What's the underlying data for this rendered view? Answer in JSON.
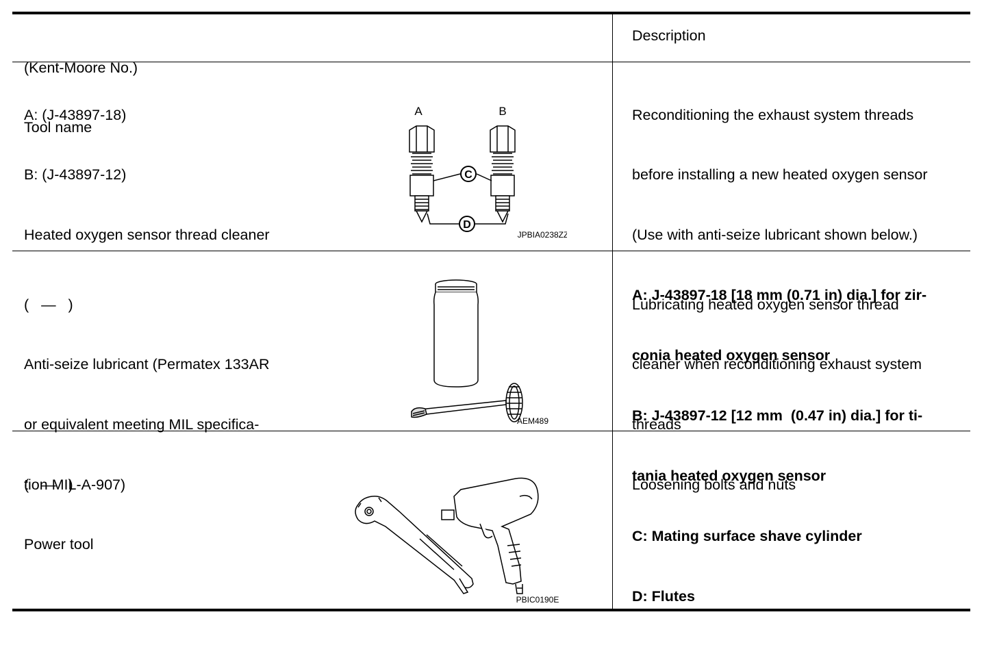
{
  "header": {
    "tool_col_line1": "(Kent-Moore No.)",
    "tool_col_line2": "Tool name",
    "desc_col": "Description"
  },
  "rows": [
    {
      "tool_lines": [
        "A: (J-43897-18)",
        "B: (J-43897-12)",
        "Heated oxygen sensor thread cleaner"
      ],
      "desc_lines": [
        {
          "text": "Reconditioning the exhaust system threads",
          "bold": false
        },
        {
          "text": "before installing a new heated oxygen sensor",
          "bold": false
        },
        {
          "text": "(Use with anti-seize lubricant shown below.)",
          "bold": false
        },
        {
          "text": "A: J-43897-18 [18 mm (0.71 in) dia.] for zir-",
          "bold": true
        },
        {
          "text": "conia heated oxygen sensor",
          "bold": true
        },
        {
          "text": "B: J-43897-12 [12 mm  (0.47 in) dia.] for ti-",
          "bold": true
        },
        {
          "text": "tania heated oxygen sensor",
          "bold": true
        },
        {
          "text": "C: Mating surface shave cylinder",
          "bold": true
        },
        {
          "text": "D: Flutes",
          "bold": true
        }
      ],
      "figure": {
        "id": "JPBIA0238ZZ",
        "label_a": "A",
        "label_b": "B",
        "label_c": "C",
        "label_d": "D"
      }
    },
    {
      "tool_lines": [
        "(   —   )",
        "Anti-seize lubricant (Permatex 133AR",
        "or equivalent meeting MIL specifica-",
        "tion MIL-A-907)"
      ],
      "desc_lines": [
        {
          "text": "Lubricating heated oxygen sensor thread",
          "bold": false
        },
        {
          "text": "cleaner when reconditioning exhaust system",
          "bold": false
        },
        {
          "text": "threads",
          "bold": false
        }
      ],
      "figure": {
        "id": "AEM489"
      }
    },
    {
      "tool_lines": [
        "(   —   )",
        "Power tool"
      ],
      "desc_lines": [
        {
          "text": "Loosening bolts and nuts",
          "bold": false
        }
      ],
      "figure": {
        "id": "PBIC0190E"
      }
    }
  ]
}
